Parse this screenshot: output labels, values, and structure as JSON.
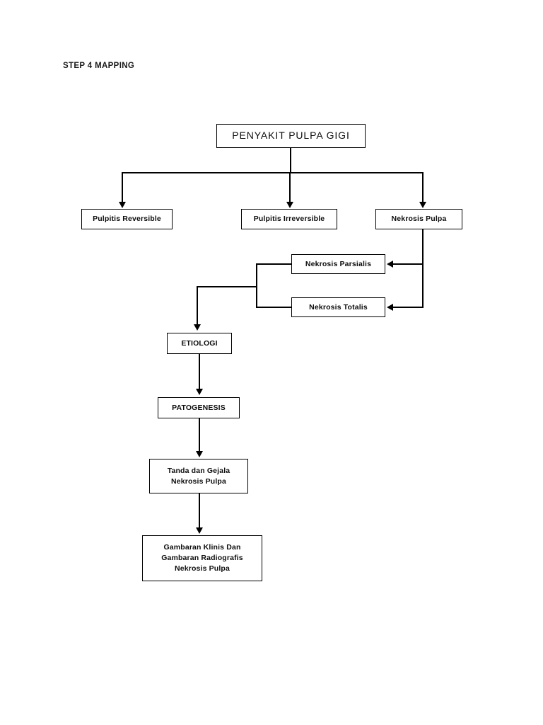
{
  "document": {
    "heading": "STEP 4 MAPPING"
  },
  "diagram": {
    "type": "flowchart",
    "orientation": "top-down",
    "nodes": {
      "root": {
        "label": "PENYAKIT PULPA GIGI"
      },
      "reversible": {
        "label": "Pulpitis Reversible"
      },
      "irreversible": {
        "label": "Pulpitis Irreversible"
      },
      "nekrosis_pulpa": {
        "label": "Nekrosis Pulpa"
      },
      "nekrosis_parsialis": {
        "label": "Nekrosis Parsialis"
      },
      "nekrosis_totalis": {
        "label": "Nekrosis Totalis"
      },
      "etiologi": {
        "label": "ETIOLOGI"
      },
      "patogenesis": {
        "label": "PATOGENESIS"
      },
      "tanda_gejala": {
        "line1": "Tanda dan Gejala",
        "line2": "Nekrosis Pulpa"
      },
      "gambaran": {
        "line1": "Gambaran Klinis Dan",
        "line2": "Gambaran Radiografis",
        "line3": "Nekrosis Pulpa"
      }
    },
    "edges": [
      {
        "from": "root",
        "to": "reversible"
      },
      {
        "from": "root",
        "to": "irreversible"
      },
      {
        "from": "root",
        "to": "nekrosis_pulpa"
      },
      {
        "from": "nekrosis_pulpa",
        "to": "nekrosis_parsialis"
      },
      {
        "from": "nekrosis_pulpa",
        "to": "nekrosis_totalis"
      },
      {
        "from": "nekrosis_parsialis",
        "to": "etiologi"
      },
      {
        "from": "nekrosis_totalis",
        "to": "etiologi"
      },
      {
        "from": "etiologi",
        "to": "patogenesis"
      },
      {
        "from": "patogenesis",
        "to": "tanda_gejala"
      },
      {
        "from": "tanda_gejala",
        "to": "gambaran"
      }
    ],
    "colors": {
      "stroke": "#000000",
      "fill": "#ffffff",
      "text": "#000000"
    }
  }
}
